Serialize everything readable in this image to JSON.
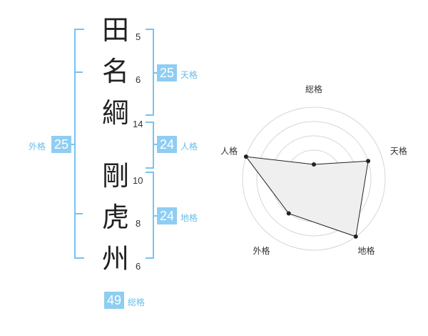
{
  "name_chars": [
    {
      "char": "田",
      "strokes": "5"
    },
    {
      "char": "名",
      "strokes": "6"
    },
    {
      "char": "綱",
      "strokes": "14"
    },
    {
      "char": "剛",
      "strokes": "10"
    },
    {
      "char": "虎",
      "strokes": "8"
    },
    {
      "char": "州",
      "strokes": "6"
    }
  ],
  "fortunes": {
    "tenkaku": {
      "value": "25",
      "label": "天格"
    },
    "jinkaku": {
      "value": "24",
      "label": "人格"
    },
    "chikaku": {
      "value": "24",
      "label": "地格"
    },
    "gaikaku": {
      "value": "25",
      "label": "外格"
    },
    "soukaku": {
      "value": "49",
      "label": "総格"
    }
  },
  "radar": {
    "axes": [
      "総格",
      "天格",
      "地格",
      "外格",
      "人格"
    ],
    "scores": [
      1,
      4,
      5,
      3,
      5
    ],
    "max": 5
  }
}
